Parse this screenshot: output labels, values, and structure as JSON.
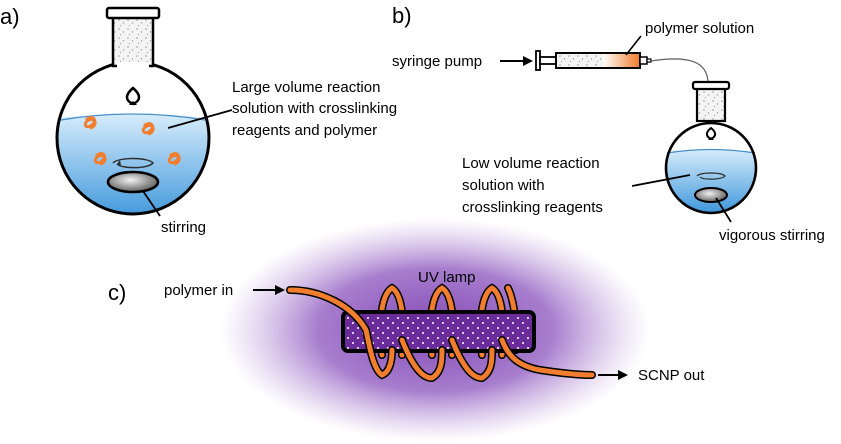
{
  "panels": {
    "a": "a)",
    "b": "b)",
    "c": "c)"
  },
  "panel_a": {
    "reaction_line1": "Large volume reaction",
    "reaction_line2": "solution with crosslinking",
    "reaction_line3": "reagents and polymer",
    "stirring": "stirring"
  },
  "panel_b": {
    "syringe_pump": "syringe pump",
    "polymer_solution": "polymer solution",
    "reaction_line1": "Low volume reaction",
    "reaction_line2": "solution with",
    "reaction_line3": "crosslinking reagents",
    "stirring": "vigorous stirring"
  },
  "panel_c": {
    "polymer_in": "polymer in",
    "uv_lamp": "UV lamp",
    "scnp_out": "SCNP out"
  },
  "colors": {
    "solution_top": "#d6ecfb",
    "solution_bottom": "#2f8ed8",
    "polymer_orange": "#f07e2e",
    "uv_purple": "#7b3fb0",
    "lamp_purple": "#6a2c9a",
    "stir_bar": "#6b6b6b"
  }
}
